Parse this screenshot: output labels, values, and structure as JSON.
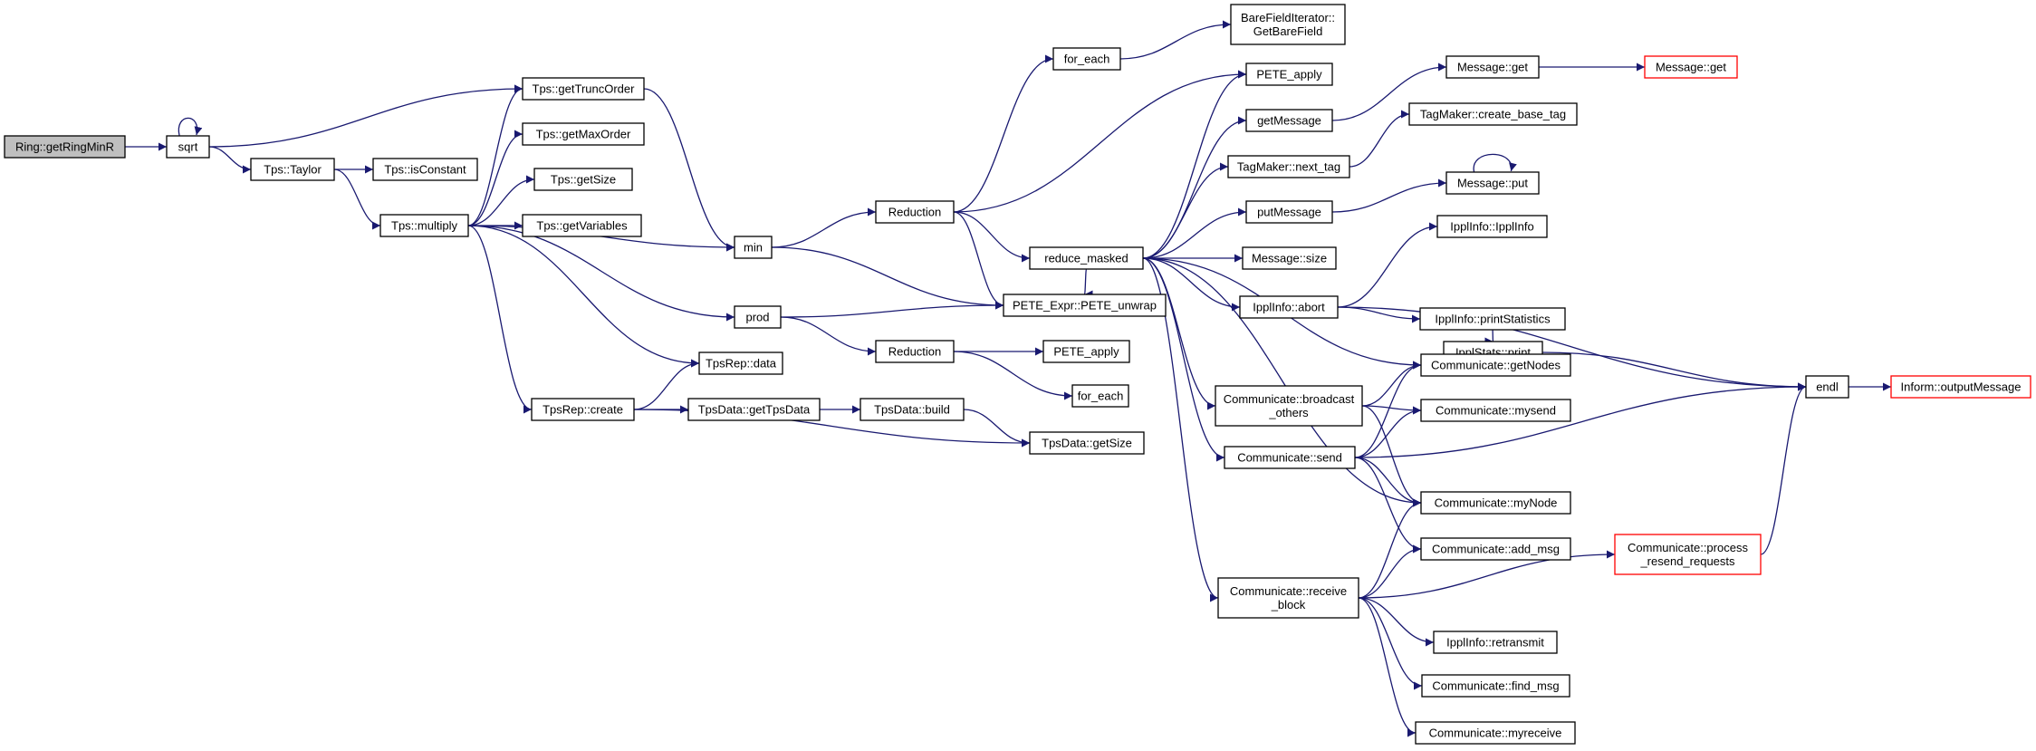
{
  "graph": {
    "type": "call-graph",
    "edge_color": "#191970",
    "node_border": "#000000",
    "truncated_border": "#ff0000",
    "root_fill": "#bfbfbf",
    "nodes": [
      {
        "id": "n_ring",
        "lines": [
          "Ring::getRingMinR"
        ],
        "role": "root"
      },
      {
        "id": "n_sqrt",
        "lines": [
          "sqrt"
        ]
      },
      {
        "id": "n_taylor",
        "lines": [
          "Tps::Taylor"
        ]
      },
      {
        "id": "n_isconst",
        "lines": [
          "Tps::isConstant"
        ]
      },
      {
        "id": "n_truncord",
        "lines": [
          "Tps::getTruncOrder"
        ]
      },
      {
        "id": "n_maxord",
        "lines": [
          "Tps::getMaxOrder"
        ]
      },
      {
        "id": "n_tgetsize",
        "lines": [
          "Tps::getSize"
        ]
      },
      {
        "id": "n_getvars",
        "lines": [
          "Tps::getVariables"
        ]
      },
      {
        "id": "n_multiply",
        "lines": [
          "Tps::multiply"
        ]
      },
      {
        "id": "n_min",
        "lines": [
          "min"
        ]
      },
      {
        "id": "n_prod",
        "lines": [
          "prod"
        ]
      },
      {
        "id": "n_tpsrepdata",
        "lines": [
          "TpsRep::data"
        ]
      },
      {
        "id": "n_tpsrepcreate",
        "lines": [
          "TpsRep::create"
        ]
      },
      {
        "id": "n_gettpsdata",
        "lines": [
          "TpsData::getTpsData"
        ]
      },
      {
        "id": "n_tpsbuild",
        "lines": [
          "TpsData::build"
        ]
      },
      {
        "id": "n_tdgetsize",
        "lines": [
          "TpsData::getSize"
        ]
      },
      {
        "id": "n_red1",
        "lines": [
          "Reduction"
        ]
      },
      {
        "id": "n_red2",
        "lines": [
          "Reduction"
        ]
      },
      {
        "id": "n_foreach1",
        "lines": [
          "for_each"
        ]
      },
      {
        "id": "n_foreach2",
        "lines": [
          "for_each"
        ]
      },
      {
        "id": "n_barefield",
        "lines": [
          "BareFieldIterator::",
          "GetBareField"
        ]
      },
      {
        "id": "n_peteapply1",
        "lines": [
          "PETE_apply"
        ]
      },
      {
        "id": "n_peteapply2",
        "lines": [
          "PETE_apply"
        ]
      },
      {
        "id": "n_unwrap",
        "lines": [
          "PETE_Expr::PETE_unwrap"
        ]
      },
      {
        "id": "n_redmask",
        "lines": [
          "reduce_masked"
        ]
      },
      {
        "id": "n_getmsg",
        "lines": [
          "getMessage"
        ]
      },
      {
        "id": "n_msgget1",
        "lines": [
          "Message::get"
        ]
      },
      {
        "id": "n_msgget2",
        "lines": [
          "Message::get"
        ],
        "role": "truncated"
      },
      {
        "id": "n_createbase",
        "lines": [
          "TagMaker::create_base_tag"
        ]
      },
      {
        "id": "n_nexttag",
        "lines": [
          "TagMaker::next_tag"
        ]
      },
      {
        "id": "n_putmsg",
        "lines": [
          "putMessage"
        ]
      },
      {
        "id": "n_msgput",
        "lines": [
          "Message::put"
        ]
      },
      {
        "id": "n_msgsize",
        "lines": [
          "Message::size"
        ]
      },
      {
        "id": "n_ipplinfoctor",
        "lines": [
          "IpplInfo::IpplInfo"
        ]
      },
      {
        "id": "n_abort",
        "lines": [
          "IpplInfo::abort"
        ]
      },
      {
        "id": "n_printstats",
        "lines": [
          "IpplInfo::printStatistics"
        ]
      },
      {
        "id": "n_statsprint",
        "lines": [
          "IpplStats::print"
        ]
      },
      {
        "id": "n_endl",
        "lines": [
          "endl"
        ]
      },
      {
        "id": "n_outmsg",
        "lines": [
          "Inform::outputMessage"
        ],
        "role": "truncated"
      },
      {
        "id": "n_getnodes",
        "lines": [
          "Communicate::getNodes"
        ]
      },
      {
        "id": "n_bcast",
        "lines": [
          "Communicate::broadcast",
          "_others"
        ]
      },
      {
        "id": "n_mysend",
        "lines": [
          "Communicate::mysend"
        ]
      },
      {
        "id": "n_send",
        "lines": [
          "Communicate::send"
        ]
      },
      {
        "id": "n_mynode",
        "lines": [
          "Communicate::myNode"
        ]
      },
      {
        "id": "n_addmsg",
        "lines": [
          "Communicate::add_msg"
        ]
      },
      {
        "id": "n_resend",
        "lines": [
          "Communicate::process",
          "_resend_requests"
        ],
        "role": "truncated"
      },
      {
        "id": "n_recvblock",
        "lines": [
          "Communicate::receive",
          "_block"
        ]
      },
      {
        "id": "n_retransmit",
        "lines": [
          "IpplInfo::retransmit"
        ]
      },
      {
        "id": "n_findmsg",
        "lines": [
          "Communicate::find_msg"
        ]
      },
      {
        "id": "n_myrecv",
        "lines": [
          "Communicate::myreceive"
        ]
      }
    ],
    "edges": [
      [
        "n_ring",
        "n_sqrt"
      ],
      [
        "n_sqrt",
        "n_sqrt"
      ],
      [
        "n_sqrt",
        "n_truncord"
      ],
      [
        "n_sqrt",
        "n_taylor"
      ],
      [
        "n_taylor",
        "n_isconst"
      ],
      [
        "n_taylor",
        "n_multiply"
      ],
      [
        "n_multiply",
        "n_truncord"
      ],
      [
        "n_multiply",
        "n_maxord"
      ],
      [
        "n_multiply",
        "n_tgetsize"
      ],
      [
        "n_multiply",
        "n_getvars"
      ],
      [
        "n_multiply",
        "n_min"
      ],
      [
        "n_multiply",
        "n_prod"
      ],
      [
        "n_multiply",
        "n_tpsrepdata"
      ],
      [
        "n_multiply",
        "n_tpsrepcreate"
      ],
      [
        "n_truncord",
        "n_min"
      ],
      [
        "n_tpsrepcreate",
        "n_tpsrepdata"
      ],
      [
        "n_tpsrepcreate",
        "n_gettpsdata"
      ],
      [
        "n_tpsrepcreate",
        "n_tdgetsize"
      ],
      [
        "n_gettpsdata",
        "n_tpsbuild"
      ],
      [
        "n_tpsbuild",
        "n_tdgetsize"
      ],
      [
        "n_min",
        "n_red1"
      ],
      [
        "n_min",
        "n_unwrap"
      ],
      [
        "n_prod",
        "n_unwrap"
      ],
      [
        "n_prod",
        "n_red2"
      ],
      [
        "n_red1",
        "n_foreach1"
      ],
      [
        "n_red1",
        "n_peteapply1"
      ],
      [
        "n_red1",
        "n_redmask"
      ],
      [
        "n_red1",
        "n_unwrap"
      ],
      [
        "n_red2",
        "n_peteapply2"
      ],
      [
        "n_red2",
        "n_foreach2"
      ],
      [
        "n_foreach1",
        "n_barefield"
      ],
      [
        "n_redmask",
        "n_unwrap"
      ],
      [
        "n_redmask",
        "n_peteapply1"
      ],
      [
        "n_redmask",
        "n_getmsg"
      ],
      [
        "n_redmask",
        "n_nexttag"
      ],
      [
        "n_redmask",
        "n_putmsg"
      ],
      [
        "n_redmask",
        "n_msgsize"
      ],
      [
        "n_redmask",
        "n_abort"
      ],
      [
        "n_redmask",
        "n_getnodes"
      ],
      [
        "n_redmask",
        "n_bcast"
      ],
      [
        "n_redmask",
        "n_send"
      ],
      [
        "n_redmask",
        "n_mynode"
      ],
      [
        "n_redmask",
        "n_recvblock"
      ],
      [
        "n_getmsg",
        "n_msgget1"
      ],
      [
        "n_msgget1",
        "n_msgget2"
      ],
      [
        "n_nexttag",
        "n_createbase"
      ],
      [
        "n_putmsg",
        "n_msgput"
      ],
      [
        "n_msgput",
        "n_msgput"
      ],
      [
        "n_abort",
        "n_ipplinfoctor"
      ],
      [
        "n_abort",
        "n_printstats"
      ],
      [
        "n_abort",
        "n_endl"
      ],
      [
        "n_printstats",
        "n_statsprint"
      ],
      [
        "n_statsprint",
        "n_endl"
      ],
      [
        "n_endl",
        "n_outmsg"
      ],
      [
        "n_bcast",
        "n_getnodes"
      ],
      [
        "n_bcast",
        "n_mysend"
      ],
      [
        "n_bcast",
        "n_mynode"
      ],
      [
        "n_send",
        "n_getnodes"
      ],
      [
        "n_send",
        "n_mysend"
      ],
      [
        "n_send",
        "n_endl"
      ],
      [
        "n_send",
        "n_mynode"
      ],
      [
        "n_send",
        "n_addmsg"
      ],
      [
        "n_recvblock",
        "n_mynode"
      ],
      [
        "n_recvblock",
        "n_addmsg"
      ],
      [
        "n_recvblock",
        "n_resend"
      ],
      [
        "n_recvblock",
        "n_retransmit"
      ],
      [
        "n_recvblock",
        "n_findmsg"
      ],
      [
        "n_recvblock",
        "n_myrecv"
      ],
      [
        "n_resend",
        "n_endl"
      ]
    ]
  }
}
